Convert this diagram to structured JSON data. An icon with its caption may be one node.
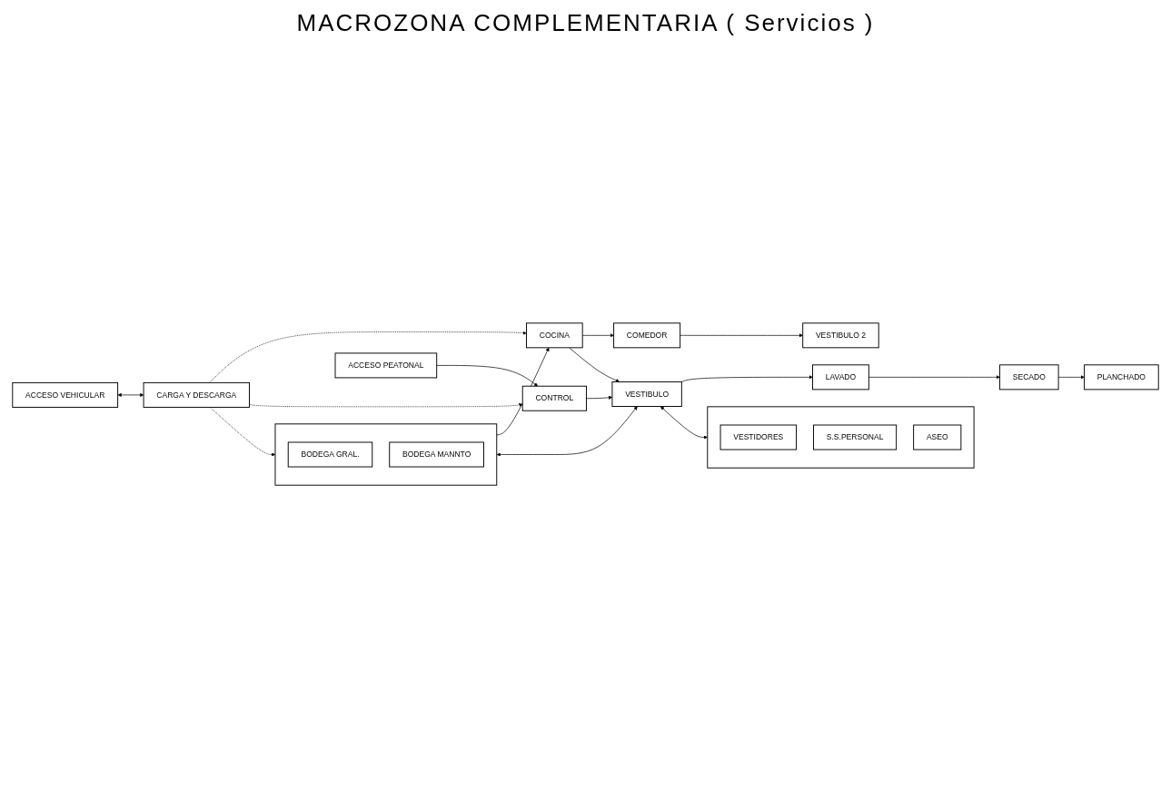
{
  "diagram": {
    "title": "MACROZONA COMPLEMENTARIA ( Servicios )",
    "nodes": [
      {
        "text": [
          "VESTIBULO 2"
        ]
      },
      {
        "text": [
          "COMEDOR"
        ]
      },
      {
        "text": [
          "COCINA"
        ]
      },
      {
        "text": [
          "CARGA Y DESCARGA"
        ]
      },
      {
        "text": [],
        "shape": "box"
      },
      {
        "text": [
          "BODEGA GRAL."
        ],
        "in": 4
      },
      {
        "text": [
          "BODEGA MANNTO"
        ],
        "in": 4
      },
      {
        "text": [
          "VESTIBULO"
        ]
      },
      {
        "text": [
          "LAVADO"
        ]
      },
      {
        "text": [
          "PLANCHADO"
        ]
      },
      {
        "text": [
          "SECADO"
        ]
      },
      {
        "text": [],
        "shape": "box"
      },
      {
        "text": [
          "VESTIDORES"
        ],
        "in": 11
      },
      {
        "text": [
          "S.S.PERSONAL"
        ],
        "in": 11
      },
      {
        "text": [
          "ASEO"
        ],
        "in": 11
      },
      {
        "text": [
          "CONTROL"
        ]
      },
      {
        "text": [
          "ACCESO PEATONAL"
        ]
      },
      {
        "text": [
          "ACCESO VEHICULAR"
        ]
      }
    ],
    "edges": [
      {
        "from": 1,
        "to": 0,
        "arrow": "to"
      },
      {
        "from": 2,
        "to": 1,
        "arrow": "to"
      },
      {
        "from": 4,
        "to": 2,
        "arrow": "to"
      },
      {
        "from": 3,
        "to": 2,
        "arrow": "to",
        "style": "dashed"
      },
      {
        "from": 2,
        "to": 7,
        "arrow": "to"
      },
      {
        "from": 3,
        "to": 4,
        "arrow": "to",
        "style": "dashed"
      },
      {
        "from": 4,
        "to": 7,
        "arrow": "both"
      },
      {
        "from": 3,
        "to": 15,
        "arrow": "to",
        "style": "dashed"
      },
      {
        "from": 15,
        "to": 7,
        "arrow": "to"
      },
      {
        "from": 16,
        "to": 15,
        "arrow": "to"
      },
      {
        "from": 17,
        "to": 3,
        "arrow": "both"
      },
      {
        "from": 7,
        "to": 8,
        "arrow": "to"
      },
      {
        "from": 8,
        "to": 10,
        "arrow": "to"
      },
      {
        "from": 10,
        "to": 9,
        "arrow": "to"
      },
      {
        "from": 7,
        "to": 11,
        "arrow": "both"
      }
    ]
  }
}
